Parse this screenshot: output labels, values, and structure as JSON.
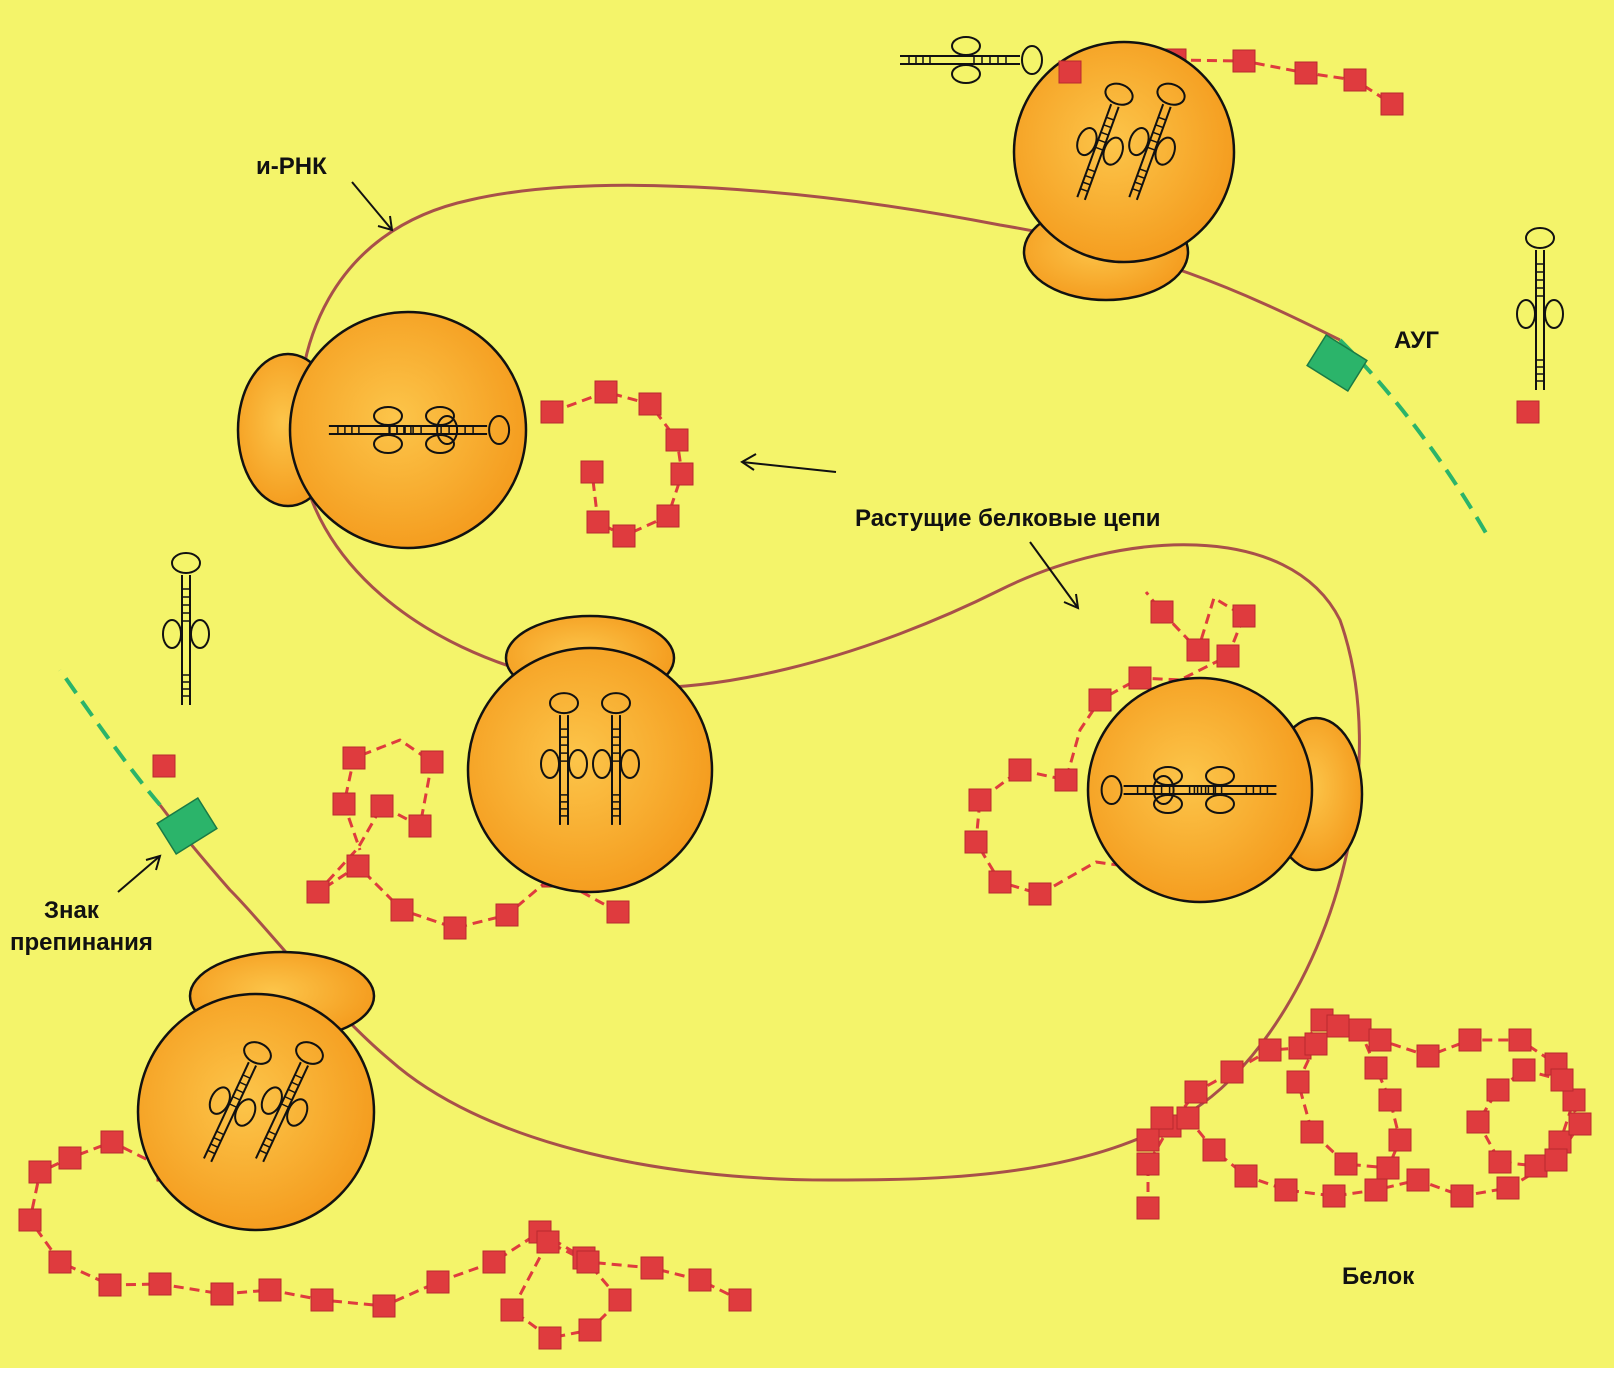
{
  "labels": {
    "mrna": "и-РНК",
    "aug": "АУГ",
    "growing_chains": "Растущие белковые цепи",
    "stop_codon_line1": "Знак",
    "stop_codon_line2": "препинания",
    "protein": "Белок"
  },
  "colors": {
    "background": "#f4f46a",
    "ribosome": "#f49a1c",
    "ribosome_highlight": "#fcc54a",
    "mrna": "#a8504a",
    "amino_acid": "#df3b3e",
    "codon_marker": "#2bb46a",
    "mrna_dashed": "#2bb46a",
    "outline": "#111111"
  },
  "icons": {
    "ribosome": "ribosome-icon",
    "trna": "trna-icon",
    "amino_acid": "amino-acid-icon",
    "start_codon": "start-codon-marker",
    "stop_codon": "stop-codon-marker"
  }
}
